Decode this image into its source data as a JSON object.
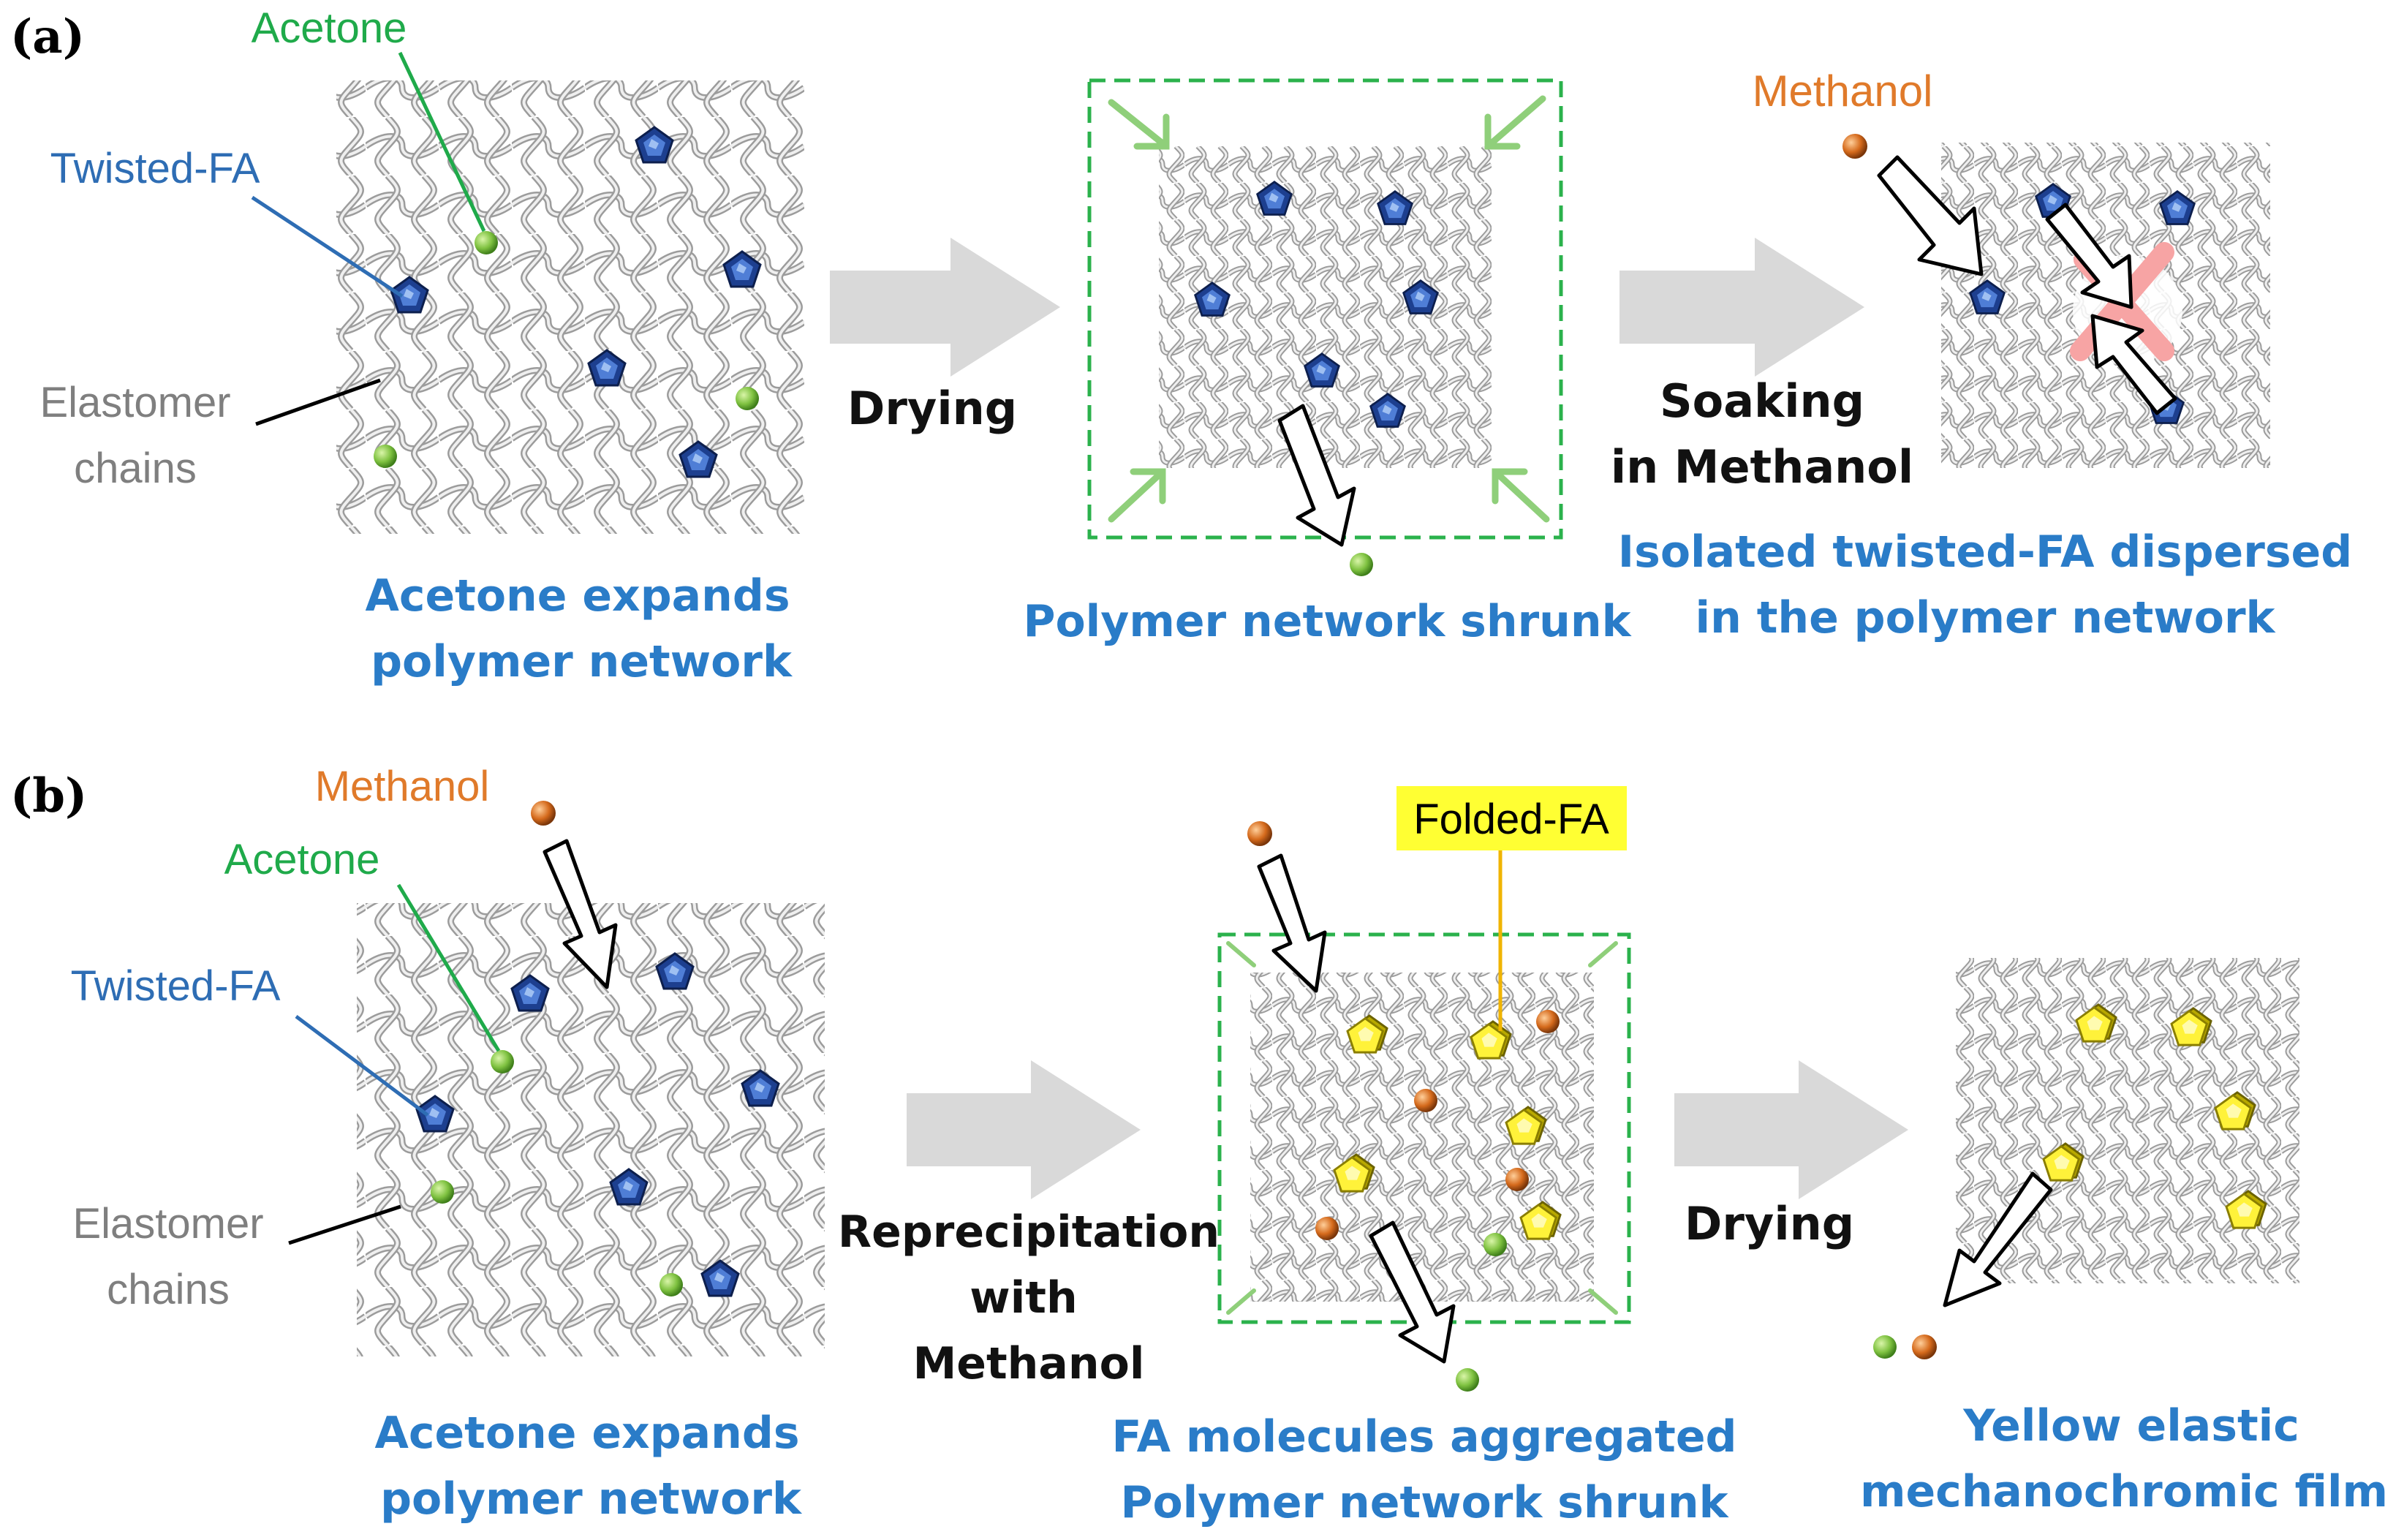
{
  "panel_a": {
    "tag": "(a)",
    "acetone_label": "Acetone",
    "twisted_label": "Twisted-FA",
    "elastomer_line1": "Elastomer",
    "elastomer_line2": "chains",
    "caption1_line1": "Acetone expands",
    "caption1_line2": "polymer network",
    "step1": "Drying",
    "caption2": "Polymer network shrunk",
    "methanol_label": "Methanol",
    "step2_line1": "Soaking",
    "step2_line2": "in Methanol",
    "caption3_line1": "Isolated twisted-FA dispersed",
    "caption3_line2": "in the polymer network"
  },
  "panel_b": {
    "tag": "(b)",
    "methanol_label": "Methanol",
    "acetone_label": "Acetone",
    "twisted_label": "Twisted-FA",
    "elastomer_line1": "Elastomer",
    "elastomer_line2": "chains",
    "caption1_line1": "Acetone expands",
    "caption1_line2": "polymer network",
    "step1_line1": "Reprecipitation",
    "step1_line2": "with",
    "step1_line3": "Methanol",
    "folded_label": "Folded-FA",
    "caption2_line1": "FA molecules aggregated",
    "caption2_line2": "Polymer network shrunk",
    "step2": "Drying",
    "caption3_line1": "Yellow elastic",
    "caption3_line2": "mechanochromic film"
  },
  "colors": {
    "acetone": "#1faa4a",
    "methanol": "#e07a2a",
    "twisted_fa": "#2e6db4",
    "caption": "#2a7cc8",
    "elastomer": "#7f7f7f",
    "folded_fa_highlight": "#ffff33",
    "dashed_box": "#2bb24c"
  }
}
